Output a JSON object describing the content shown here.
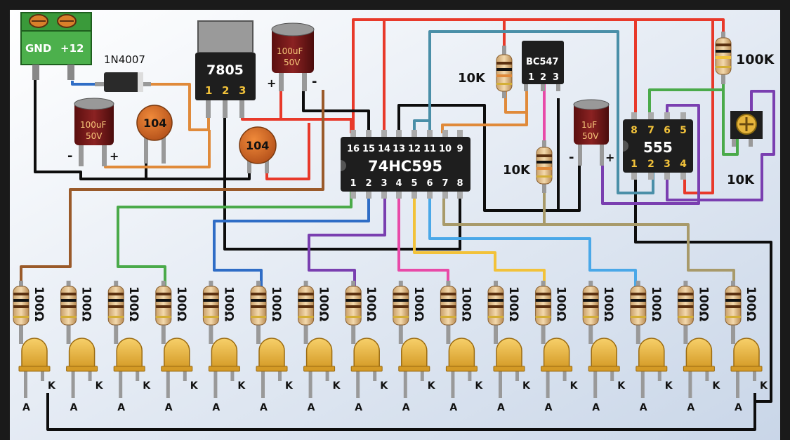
{
  "terminal": {
    "gnd": "GND",
    "vcc": "+12"
  },
  "diode": {
    "label": "1N4007"
  },
  "regulator": {
    "label": "7805",
    "pins": [
      "1",
      "2",
      "3"
    ]
  },
  "cap_in": {
    "value": "100uF",
    "voltage": "50V",
    "minus": "-",
    "plus": "+"
  },
  "cap_out": {
    "value": "100uF",
    "voltage": "50V",
    "plus": "+",
    "minus": "-"
  },
  "cap_104_left": {
    "label": "104"
  },
  "cap_104_mid": {
    "label": "104"
  },
  "transistor": {
    "label": "BC547",
    "pins": [
      "1",
      "2",
      "3"
    ]
  },
  "res_base": {
    "label": "10K"
  },
  "res_collector": {
    "label": "10K"
  },
  "res_timing": {
    "label": "100K"
  },
  "pot": {
    "label": "10K"
  },
  "cap_timer": {
    "value": "1uF",
    "voltage": "50V",
    "minus": "-",
    "plus": "+"
  },
  "shift_register": {
    "label": "74HC595",
    "top_pins": [
      "16",
      "15",
      "14",
      "13",
      "12",
      "11",
      "10",
      "9"
    ],
    "bottom_pins": [
      "1",
      "2",
      "3",
      "4",
      "5",
      "6",
      "7",
      "8"
    ]
  },
  "timer": {
    "label": "555",
    "top_pins": [
      "8",
      "7",
      "6",
      "5"
    ],
    "bottom_pins": [
      "1",
      "2",
      "3",
      "4"
    ]
  },
  "led_resistor_label": "100Ω",
  "led_anode": "A",
  "led_cathode": "K",
  "led_count": 16,
  "colors": {
    "background": "#dde6f1",
    "frame": "#0d0d0d",
    "wire_red": "#e8392a",
    "wire_black": "#0d0d0d",
    "wire_blue": "#2f6dc6",
    "wire_teal": "#4a8fa8",
    "wire_orange": "#e08a3a",
    "wire_brown": "#9a5a2a",
    "wire_green": "#4aaa4a",
    "wire_purple": "#7a3fb0",
    "wire_pink": "#e84aa8",
    "wire_yellow": "#f2c23a",
    "wire_lightblue": "#4aa8e8",
    "wire_khaki": "#a89a6a",
    "led_body": "#e6b43c",
    "chip_body": "#1e1e1e"
  }
}
